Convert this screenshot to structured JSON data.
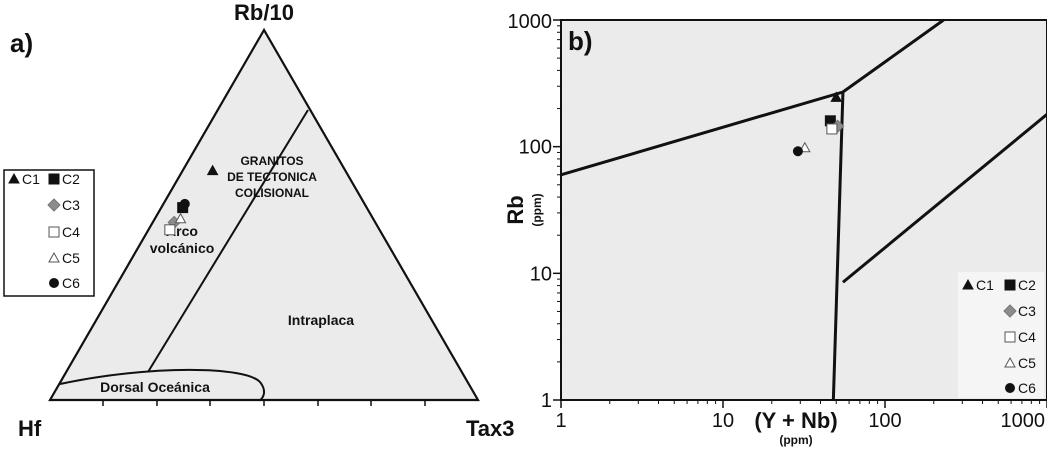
{
  "chart_data": [
    {
      "panel": "a)",
      "type": "scatter",
      "subtype": "ternary",
      "vertices": {
        "top": "Rb/10",
        "left": "Hf",
        "right": "Tax3"
      },
      "fields": [
        {
          "lines": [
            "GRANITOS",
            "DE TECTONICA",
            "COLISIONAL"
          ]
        },
        {
          "lines": [
            "Arco",
            "volcánico"
          ]
        },
        {
          "lines": [
            "Intraplaca"
          ]
        },
        {
          "lines": [
            "Dorsal Oceánica"
          ]
        }
      ],
      "series": [
        {
          "name": "C1",
          "marker": "triangle-filled",
          "values": [
            {
              "top": 0.62,
              "left": 0.31,
              "right": 0.07
            }
          ]
        },
        {
          "name": "C2",
          "marker": "square-filled",
          "values": [
            {
              "top": 0.52,
              "left": 0.43,
              "right": 0.05
            }
          ]
        },
        {
          "name": "C3",
          "marker": "diamond-gray",
          "values": [
            {
              "top": 0.48,
              "left": 0.47,
              "right": 0.05
            }
          ]
        },
        {
          "name": "C4",
          "marker": "square-open",
          "values": [
            {
              "top": 0.46,
              "left": 0.49,
              "right": 0.05
            }
          ]
        },
        {
          "name": "C5",
          "marker": "triangle-open",
          "values": [
            {
              "top": 0.49,
              "left": 0.45,
              "right": 0.06
            }
          ]
        },
        {
          "name": "C6",
          "marker": "circle-filled",
          "values": [
            {
              "top": 0.53,
              "left": 0.42,
              "right": 0.05
            }
          ]
        }
      ],
      "legend": {
        "placement": "left"
      },
      "background": "#ebebeb"
    },
    {
      "panel": "b)",
      "type": "scatter",
      "xlabel": "(Y + Nb)",
      "xunit": "(ppm)",
      "ylabel": "Rb",
      "yunit": "(ppm)",
      "xscale": "log",
      "yscale": "log",
      "xlim": [
        1,
        1000
      ],
      "ylim": [
        1,
        1000
      ],
      "xticks": [
        "1",
        "10",
        "100",
        "1000"
      ],
      "yticks": [
        "1",
        "10",
        "100",
        "1000"
      ],
      "boundaries": [
        [
          [
            1,
            60
          ],
          [
            55,
            270
          ],
          [
            230,
            1000
          ]
        ],
        [
          [
            55,
            270
          ],
          [
            48,
            1
          ]
        ],
        [
          [
            55,
            8.5
          ],
          [
            1000,
            180
          ]
        ]
      ],
      "series": [
        {
          "name": "C1",
          "marker": "triangle-filled",
          "x": [
            50
          ],
          "y": [
            245
          ]
        },
        {
          "name": "C2",
          "marker": "square-filled",
          "x": [
            46
          ],
          "y": [
            160
          ]
        },
        {
          "name": "C3",
          "marker": "diamond-gray",
          "x": [
            51
          ],
          "y": [
            145
          ]
        },
        {
          "name": "C4",
          "marker": "square-open",
          "x": [
            47
          ],
          "y": [
            138
          ]
        },
        {
          "name": "C5",
          "marker": "triangle-open",
          "x": [
            32
          ],
          "y": [
            98
          ]
        },
        {
          "name": "C6",
          "marker": "circle-filled",
          "x": [
            29
          ],
          "y": [
            92
          ]
        }
      ],
      "legend": {
        "placement": "bottom-right"
      },
      "background": "#ebebeb"
    }
  ]
}
